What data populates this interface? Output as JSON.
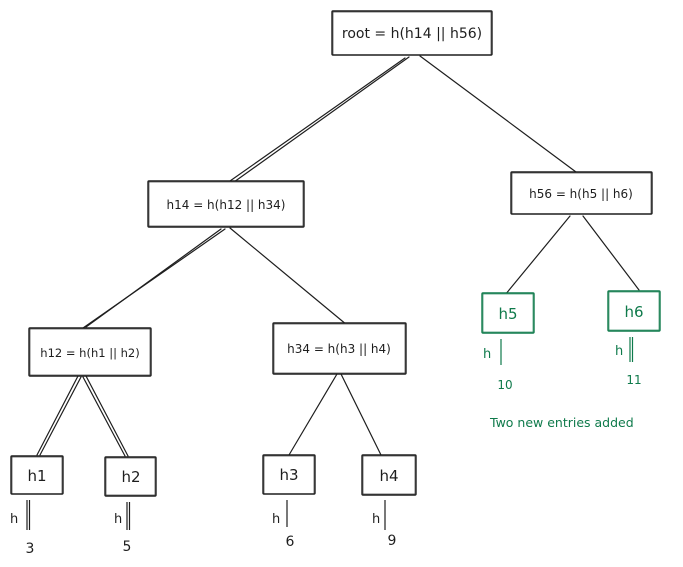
{
  "nodes": {
    "root": "root = h(h14 || h56)",
    "h14": "h14 = h(h12 || h34)",
    "h56": "h56 = h(h5 || h6)",
    "h12": "h12 = h(h1 || h2)",
    "h34": "h34 = h(h3 || h4)",
    "h1": "h1",
    "h2": "h2",
    "h3": "h3",
    "h4": "h4",
    "h5": "h5",
    "h6": "h6"
  },
  "hash_label": "h",
  "leaf_values": {
    "v1": "3",
    "v2": "5",
    "v3": "6",
    "v4": "9",
    "v5": "10",
    "v6": "11"
  },
  "note": "Two new entries added",
  "colors": {
    "ink": "#1e1e1e",
    "new_entries": "#0f7a4b"
  }
}
